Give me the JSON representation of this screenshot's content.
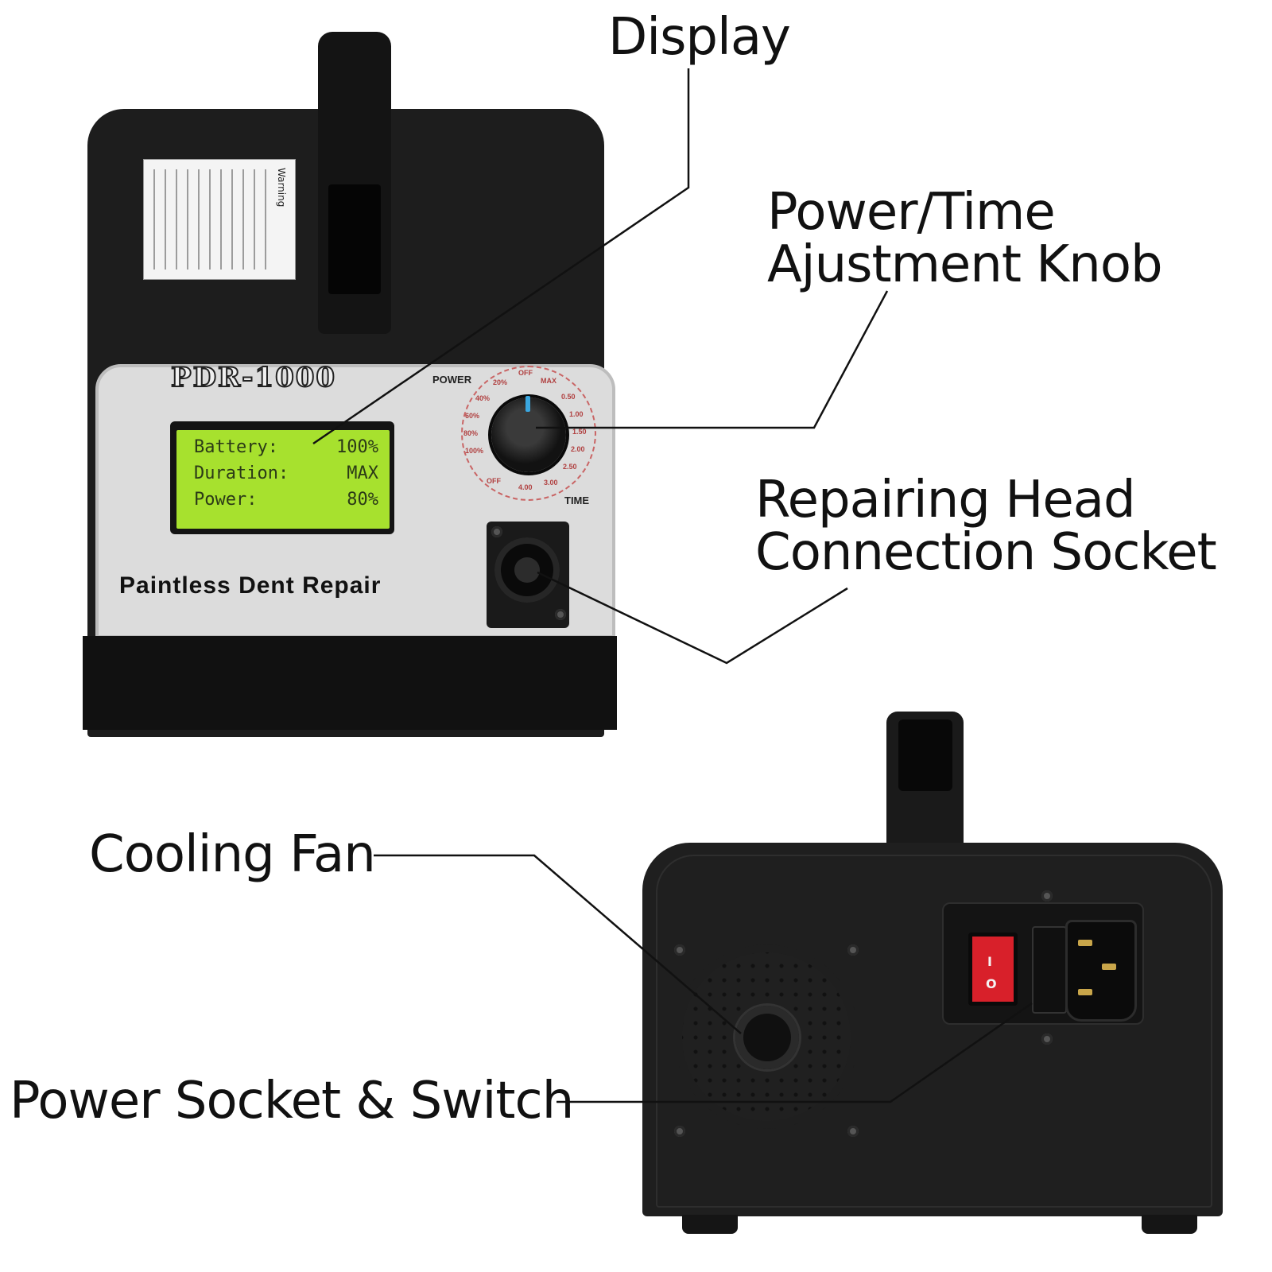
{
  "callouts": {
    "display": "Display",
    "knob_line1": "Power/Time",
    "knob_line2": "Ajustment Knob",
    "socket_line1": "Repairing Head",
    "socket_line2": "Connection Socket",
    "fan": "Cooling Fan",
    "power": "Power Socket & Switch"
  },
  "front_panel": {
    "model": "PDR-1000",
    "caption": "Paintless Dent Repair",
    "power_label": "POWER",
    "time_label": "TIME",
    "warning_title": "Warning"
  },
  "lcd": {
    "rows": [
      {
        "key": "Battery:",
        "value": "100%"
      },
      {
        "key": "Duration:",
        "value": "MAX"
      },
      {
        "key": "Power:",
        "value": "80%"
      }
    ]
  },
  "dial_scale": {
    "power_marks": [
      "OFF",
      "20%",
      "40%",
      "60%",
      "80%",
      "100%",
      "OFF"
    ],
    "time_marks": [
      "MAX",
      "0.50",
      "1.00",
      "1.50",
      "2.00",
      "2.50",
      "3.00",
      "4.00"
    ]
  },
  "rocker_switch": {
    "on_mark": "I",
    "off_mark": "O"
  },
  "colors": {
    "lcd_background": "#a7e12e",
    "rocker": "#d8202a",
    "knob_pointer": "#3aa7e0",
    "dial_scale": "#b04040"
  }
}
